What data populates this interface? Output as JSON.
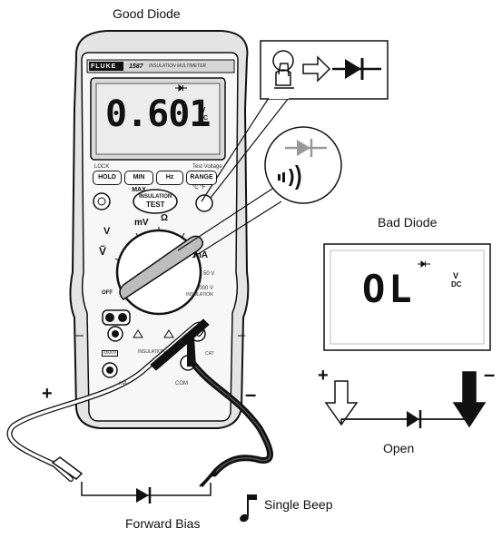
{
  "captions": {
    "good_diode": "Good Diode",
    "bad_diode": "Bad Diode",
    "forward_bias": "Forward Bias",
    "single_beep": "Single Beep",
    "open": "Open"
  },
  "meter": {
    "brand": "FLUKE",
    "model": "1587",
    "model_desc": "INSULATION MULTIMETER",
    "reading": "0.601",
    "reading_unit_top": "V",
    "reading_unit_bottom": "DC",
    "buttons": {
      "hold": "HOLD",
      "minmax": "MIN MAX",
      "hz": "Hz",
      "range": "RANGE",
      "insulation_line1": "INSULATION",
      "insulation_line2": "TEST"
    },
    "button_labels": {
      "lock": "LOCK",
      "test_voltage": "Test Voltage",
      "temp": "°C °F"
    },
    "dial": {
      "off": "OFF",
      "v_ac": "Ṽ",
      "v_dc": "V",
      "mv": "mV",
      "ohm": "Ω",
      "ma": "mA",
      "v50": "50 V",
      "v1000": "1000 V",
      "insulation": "INSULATION"
    },
    "jacks": {
      "ma": "mA",
      "com": "COM",
      "insulation": "INSULATION",
      "cat": "CAT",
      "rating": "≤600V"
    }
  },
  "bad_display": {
    "reading": "OL",
    "unit_top": "V",
    "unit_bottom": "DC"
  },
  "polarity": {
    "plus_left": "+",
    "minus_left": "–",
    "plus_right": "+",
    "minus_right": "–"
  },
  "icons": [
    "diode-symbol",
    "switch-toggle-icon",
    "arrow-icon",
    "beep-sound-icon",
    "music-note-icon",
    "test-probe"
  ]
}
